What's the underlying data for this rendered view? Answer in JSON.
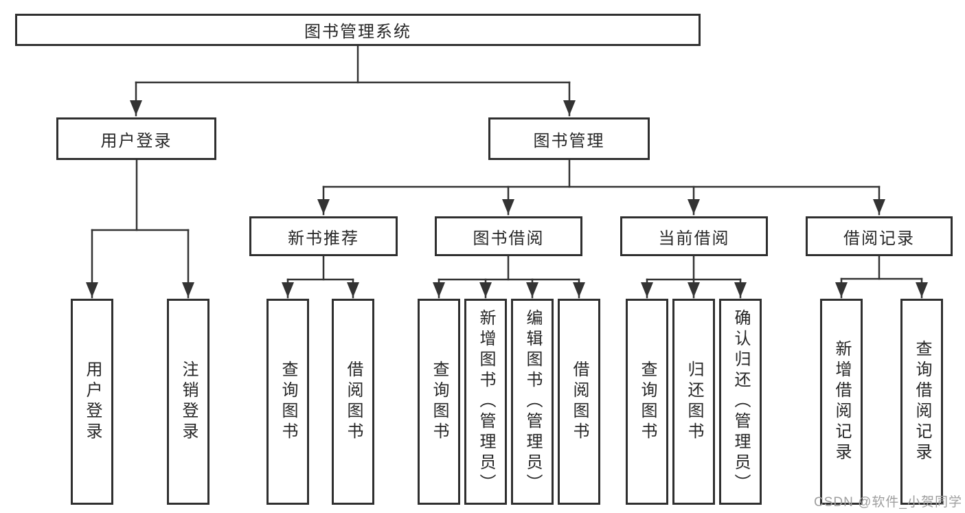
{
  "tree": {
    "label": "图书管理系统",
    "children": [
      {
        "label": "用户登录",
        "children": [
          {
            "label": "用户登录"
          },
          {
            "label": "注销登录"
          }
        ]
      },
      {
        "label": "图书管理",
        "children": [
          {
            "label": "新书推荐",
            "children": [
              {
                "label": "查询图书"
              },
              {
                "label": "借阅图书"
              }
            ]
          },
          {
            "label": "图书借阅",
            "children": [
              {
                "label": "查询图书"
              },
              {
                "label": "新增图书（管理员）"
              },
              {
                "label": "编辑图书（管理员）"
              },
              {
                "label": "借阅图书"
              }
            ]
          },
          {
            "label": "当前借阅",
            "children": [
              {
                "label": "查询图书"
              },
              {
                "label": "归还图书"
              },
              {
                "label": "确认归还（管理员）"
              }
            ]
          },
          {
            "label": "借阅记录",
            "children": [
              {
                "label": "新增借阅记录"
              },
              {
                "label": "查询借阅记录"
              }
            ]
          }
        ]
      }
    ]
  },
  "watermark": {
    "text": "CSDN @软件_小贺同学"
  },
  "colors": {
    "line": "#333333",
    "border": "#2f2f2f",
    "text": "#262626",
    "watermark": "#9e9e9e",
    "background": "#ffffff"
  }
}
